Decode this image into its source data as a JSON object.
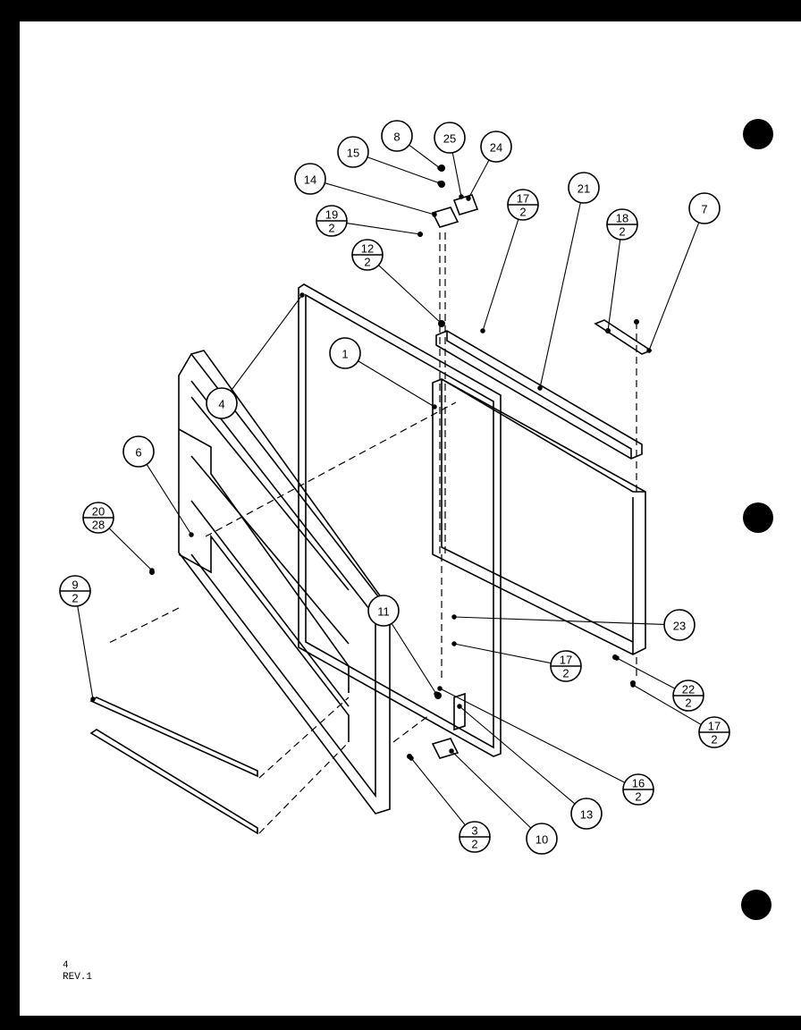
{
  "callouts": [
    {
      "id": "c1",
      "num": "1"
    },
    {
      "id": "c3",
      "num": "3",
      "den": "2"
    },
    {
      "id": "c4",
      "num": "4"
    },
    {
      "id": "c6",
      "num": "6"
    },
    {
      "id": "c7",
      "num": "7"
    },
    {
      "id": "c8",
      "num": "8"
    },
    {
      "id": "c9",
      "num": "9",
      "den": "2"
    },
    {
      "id": "c10",
      "num": "10"
    },
    {
      "id": "c11",
      "num": "11"
    },
    {
      "id": "c12",
      "num": "12",
      "den": "2"
    },
    {
      "id": "c13",
      "num": "13"
    },
    {
      "id": "c14",
      "num": "14"
    },
    {
      "id": "c15",
      "num": "15"
    },
    {
      "id": "c16",
      "num": "16",
      "den": "2"
    },
    {
      "id": "c17a",
      "num": "17",
      "den": "2"
    },
    {
      "id": "c17b",
      "num": "17",
      "den": "2"
    },
    {
      "id": "c17c",
      "num": "17",
      "den": "2"
    },
    {
      "id": "c18",
      "num": "18",
      "den": "2"
    },
    {
      "id": "c19",
      "num": "19",
      "den": "2"
    },
    {
      "id": "c20",
      "num": "20",
      "den": "28"
    },
    {
      "id": "c21",
      "num": "21"
    },
    {
      "id": "c22",
      "num": "22",
      "den": "2"
    },
    {
      "id": "c23",
      "num": "23"
    },
    {
      "id": "c24",
      "num": "24"
    },
    {
      "id": "c25",
      "num": "25"
    }
  ],
  "footer": {
    "page": "4",
    "revision": "REV.1"
  }
}
